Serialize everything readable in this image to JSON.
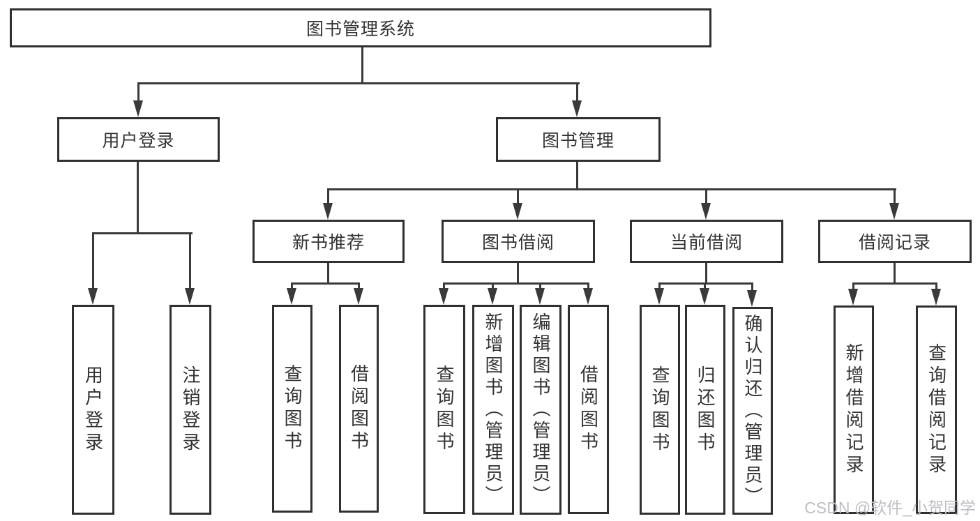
{
  "diagram": {
    "title": "图书管理系统",
    "root": {
      "label": "图书管理系统",
      "children": [
        {
          "label": "用户登录",
          "children": [
            {
              "label": "用户登录"
            },
            {
              "label": "注销登录"
            }
          ]
        },
        {
          "label": "图书管理",
          "children": [
            {
              "label": "新书推荐",
              "children": [
                {
                  "label": "查询图书"
                },
                {
                  "label": "借阅图书"
                }
              ]
            },
            {
              "label": "图书借阅",
              "children": [
                {
                  "label": "查询图书"
                },
                {
                  "label": "新增图书（管理员）"
                },
                {
                  "label": "编辑图书（管理员）"
                },
                {
                  "label": "借阅图书"
                }
              ]
            },
            {
              "label": "当前借阅",
              "children": [
                {
                  "label": "查询图书"
                },
                {
                  "label": "归还图书"
                },
                {
                  "label": "确认归还（管理员）"
                }
              ]
            },
            {
              "label": "借阅记录",
              "children": [
                {
                  "label": "新增借阅记录"
                },
                {
                  "label": "查询借阅记录"
                }
              ]
            }
          ]
        }
      ]
    },
    "watermark": "CSDN @软件_小贺同学",
    "colors": {
      "border": "#303030",
      "line": "#3a3a3a",
      "text": "#333333",
      "background": "#ffffff",
      "watermark": "#bdbfc5"
    }
  }
}
